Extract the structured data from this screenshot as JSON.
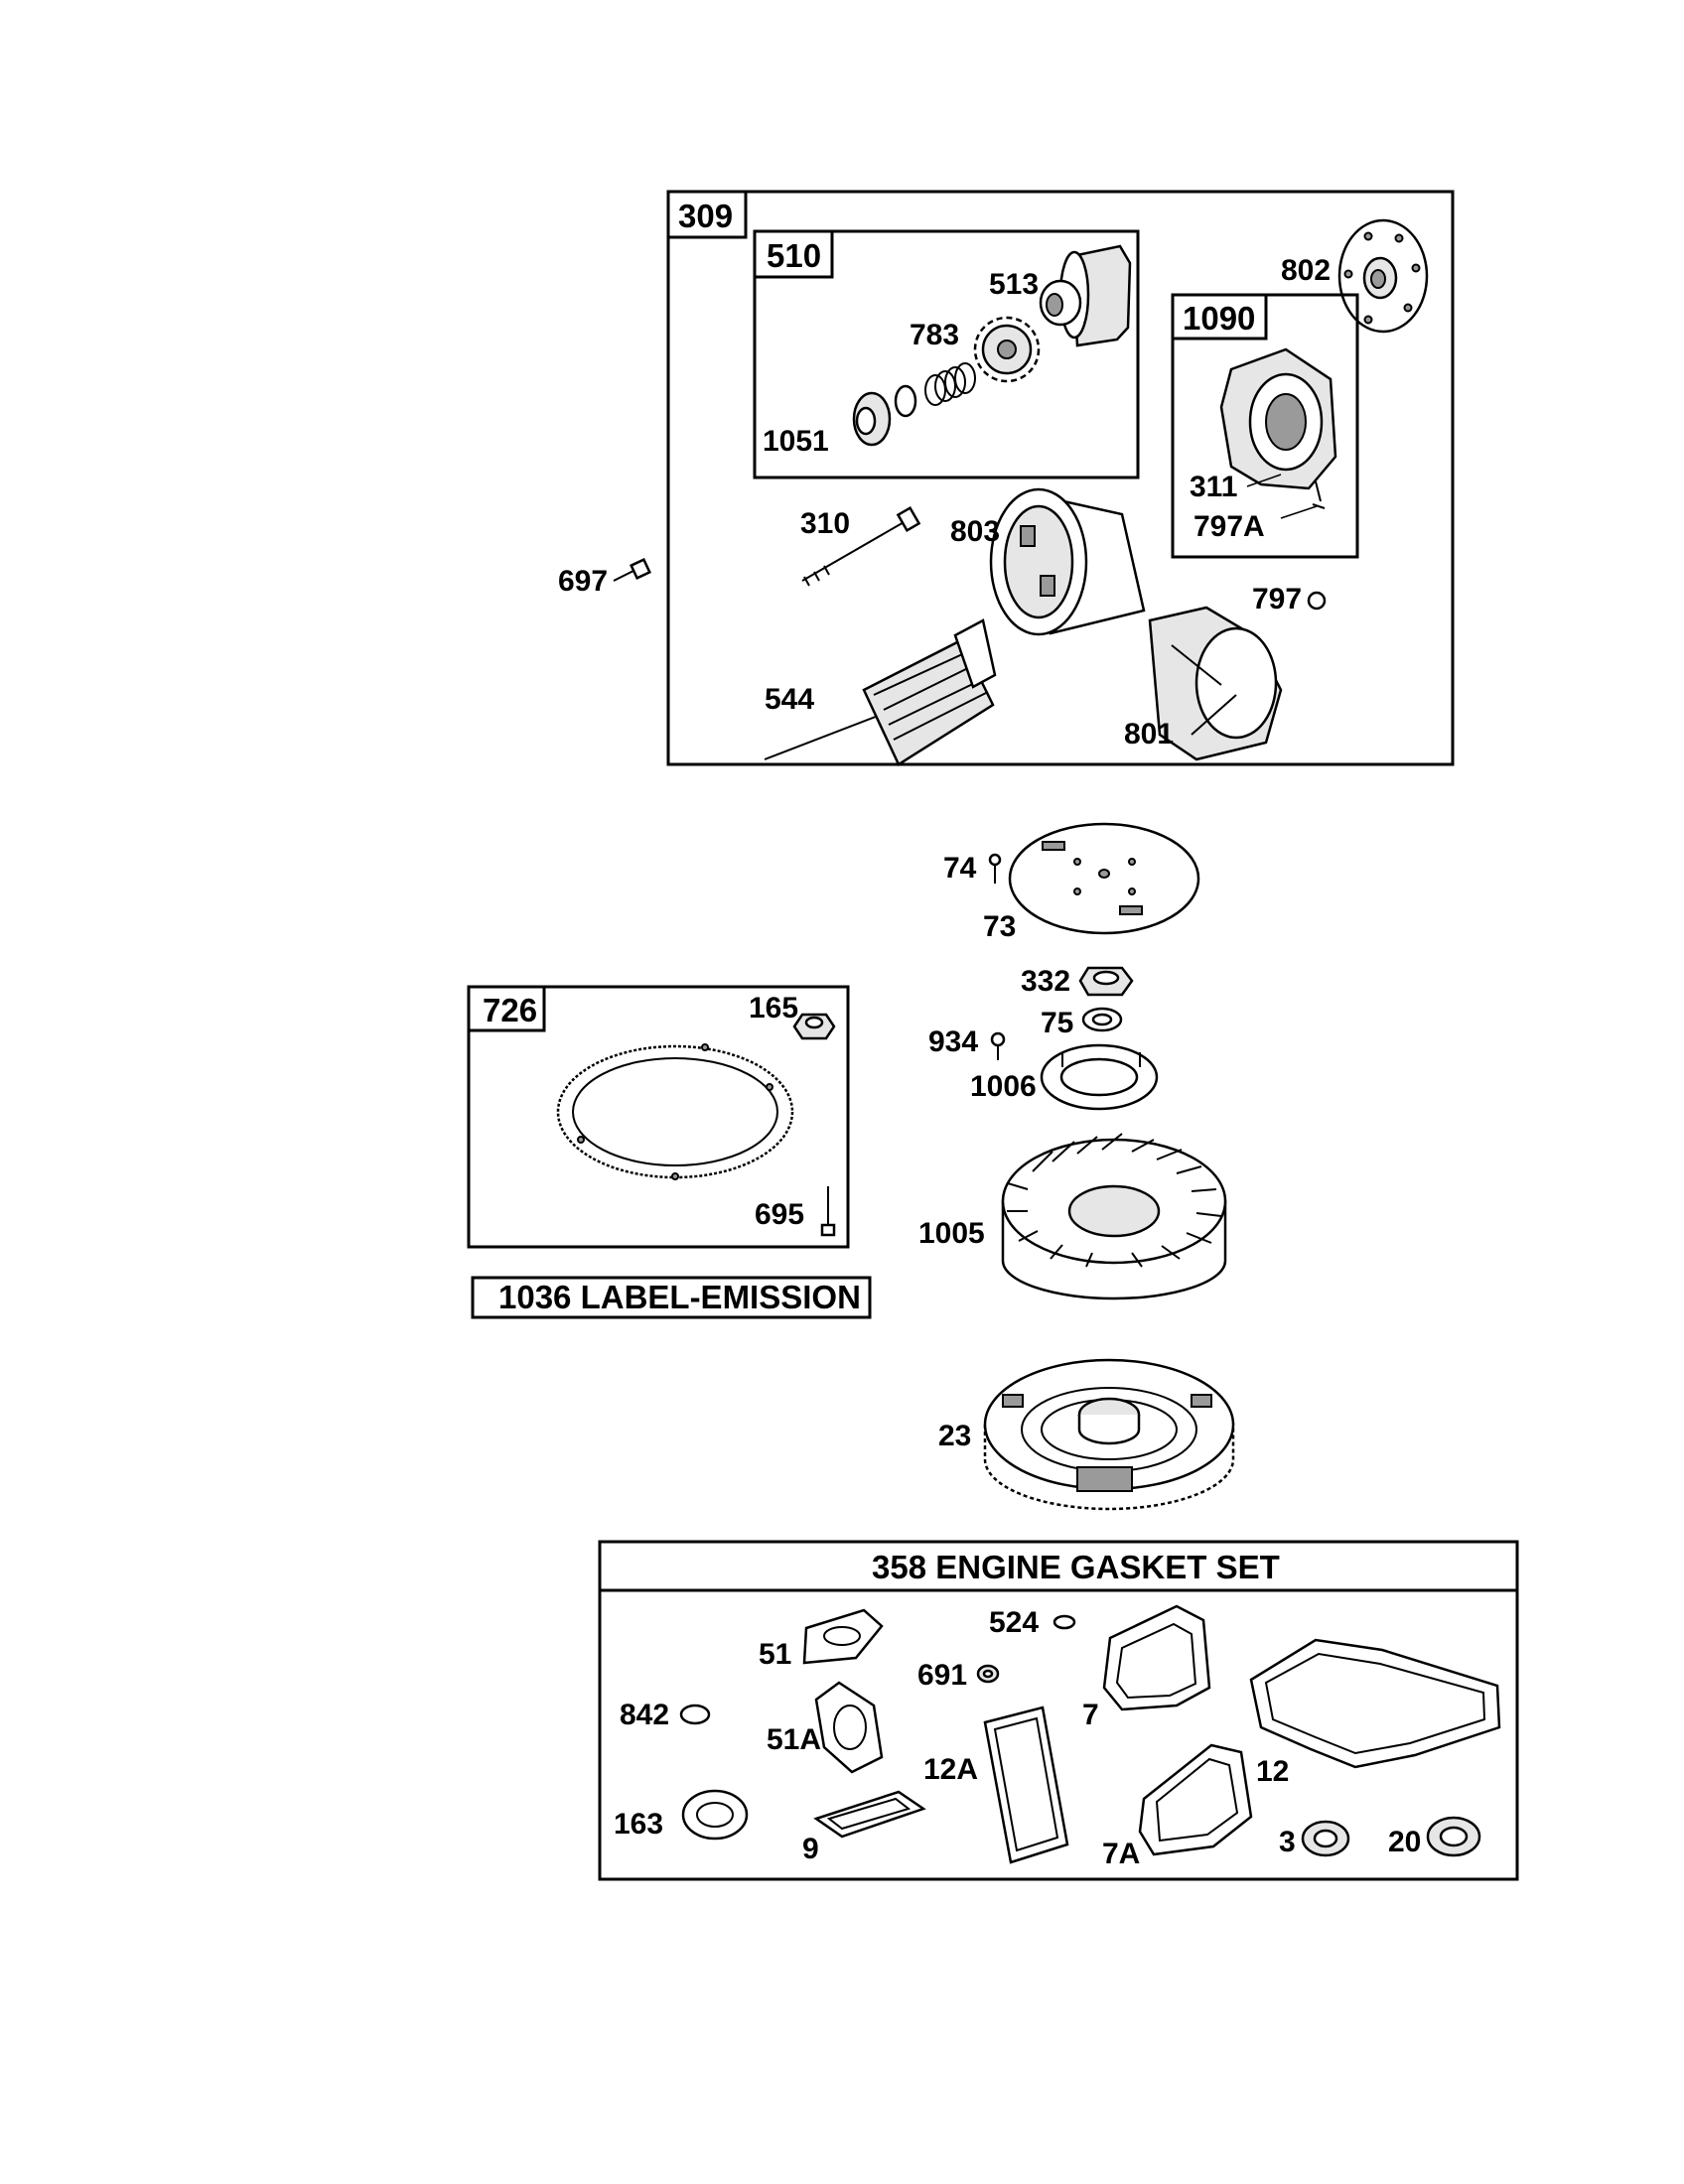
{
  "groups": {
    "starter": "309",
    "drive": "510",
    "brush": "1090",
    "ring_gear": "726",
    "emission_label": "1036 LABEL-EMISSION",
    "gasket_set": "358 ENGINE GASKET SET"
  },
  "parts": {
    "p513": "513",
    "p783": "783",
    "p1051": "1051",
    "p802": "802",
    "p311": "311",
    "p797A": "797A",
    "p310": "310",
    "p803": "803",
    "p697": "697",
    "p797": "797",
    "p544": "544",
    "p801": "801",
    "p74": "74",
    "p73": "73",
    "p332": "332",
    "p75": "75",
    "p934": "934",
    "p1006": "1006",
    "p165": "165",
    "p695": "695",
    "p1005": "1005",
    "p23": "23",
    "p51": "51",
    "p524": "524",
    "p691": "691",
    "p842": "842",
    "p51A": "51A",
    "p7": "7",
    "p12A": "12A",
    "p12": "12",
    "p163": "163",
    "p9": "9",
    "p7A": "7A",
    "p3": "3",
    "p20": "20"
  }
}
